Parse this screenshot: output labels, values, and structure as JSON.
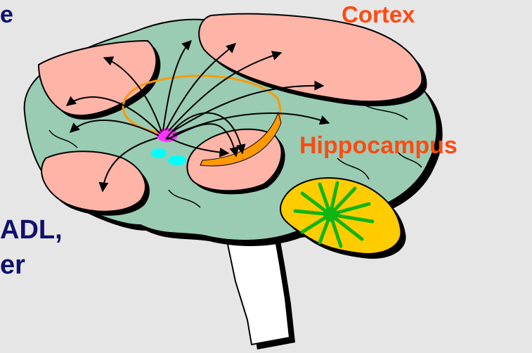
{
  "labels": {
    "top_left_fragment": "e",
    "cortex": "Cortex",
    "hippocampus": "Hippocampus",
    "bottom_left_line1": "ADL,",
    "bottom_left_line2": "er"
  },
  "colors": {
    "background": "#e6e6e6",
    "brain": "#99ccb3",
    "cortex_lobe": "#ffb4a8",
    "cerebellum": "#ffcc00",
    "cerebellum_core": "#11b511",
    "brainstem": "#ffffff",
    "shadow": "#000000",
    "fornix": "#ff9900",
    "nucleus_main": "#ff33ff",
    "nucleus_secondary": "#00ffff",
    "label_red": "#ff4a12",
    "label_navy": "#10106e"
  }
}
